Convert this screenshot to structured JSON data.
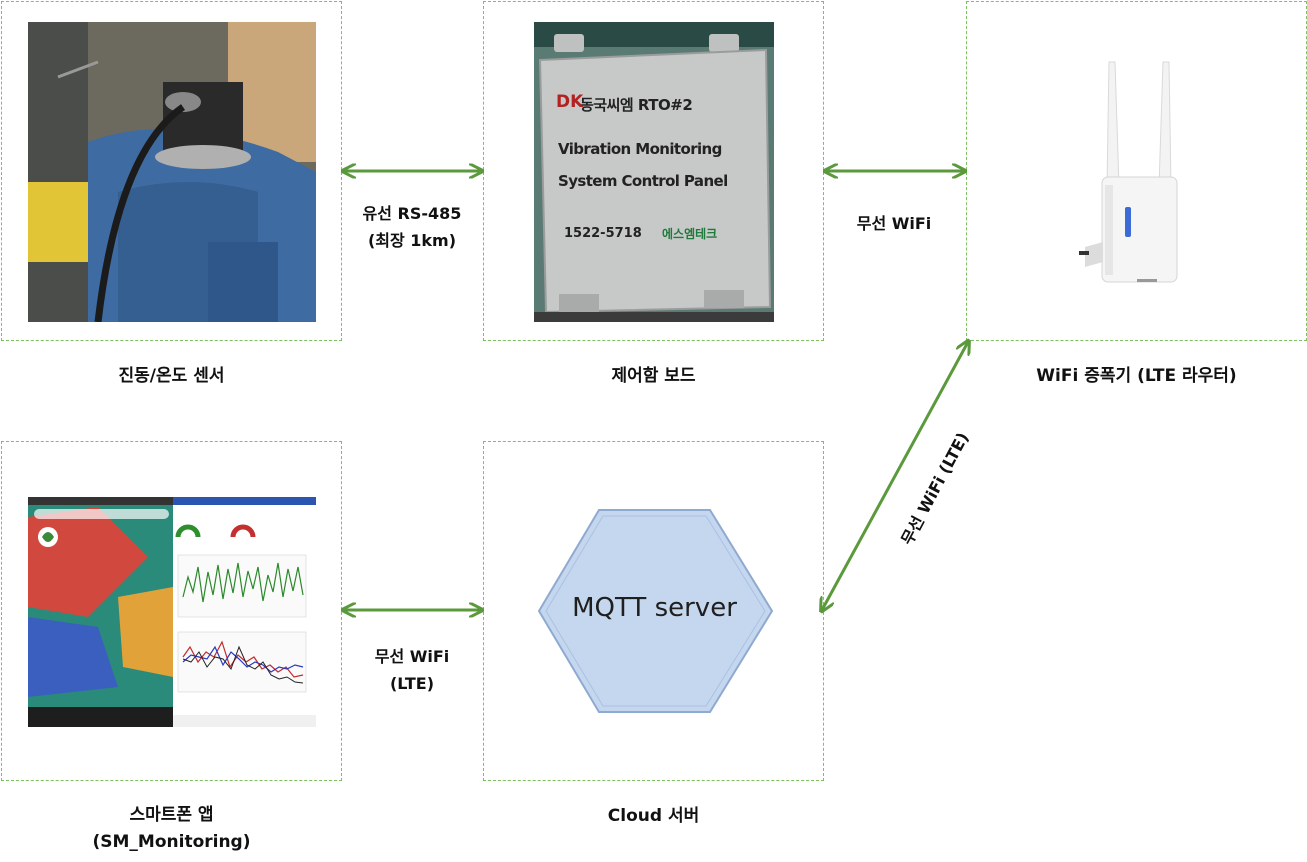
{
  "colors": {
    "arrow": "#5a9a3c",
    "box_border": "#7fbf5f",
    "hexagon_fill": "#c5d7ee",
    "hexagon_stroke": "#8faad0"
  },
  "nodes": {
    "sensor": {
      "caption": "진동/온도 센서"
    },
    "control_box": {
      "caption": "제어함 보드",
      "panel_brand": "동국씨엠 RTO#2",
      "panel_line1": "Vibration Monitoring",
      "panel_line2": "System Control Panel",
      "panel_phone": "1522-5718",
      "panel_maker": "에스엠테크"
    },
    "router": {
      "caption": "WiFi 증폭기 (LTE 라우터)"
    },
    "app": {
      "caption_line1": "스마트폰 앱",
      "caption_line2": "(SM_Monitoring)"
    },
    "cloud": {
      "caption": "Cloud 서버",
      "hexagon_text": "MQTT server"
    }
  },
  "links": {
    "sensor_control": {
      "line1": "유선 RS-485",
      "line2": "(최장 1km)"
    },
    "control_router": {
      "line1": "무선 WiFi"
    },
    "router_cloud": {
      "line1": "무선 WiFi (LTE)"
    },
    "app_cloud": {
      "line1": "무선 WiFi",
      "line2": "(LTE)"
    }
  }
}
